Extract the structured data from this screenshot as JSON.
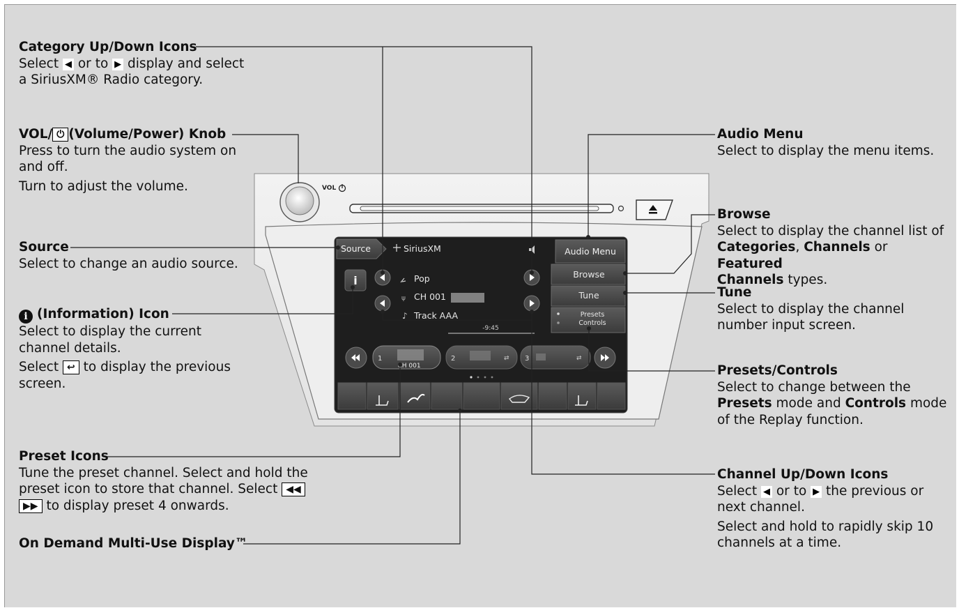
{
  "annotations": {
    "category": {
      "title": "Category Up/Down Icons",
      "l1a": "Select",
      "l1b": "or",
      "l1c": "to",
      "l1d": "display and select",
      "l2": "a SiriusXM® Radio category."
    },
    "vol": {
      "title_a": "VOL/",
      "title_b": "(Volume/Power) Knob",
      "l1": "Press to turn the audio system on",
      "l2": "and off.",
      "l3": "Turn to adjust the volume."
    },
    "source": {
      "title": "Source",
      "l1": "Select to change an audio source."
    },
    "info": {
      "title": "(Information) Icon",
      "l1": "Select to display the current",
      "l2": "channel details.",
      "l3a": "Select",
      "l3b": "to",
      "l3c": "display the previous",
      "l4": "screen."
    },
    "preset": {
      "title": "Preset Icons",
      "l1": "Tune the preset channel. Select and hold the",
      "l2a": "preset icon to store that channel. Select",
      "l3": "to display preset 4 onwards."
    },
    "ondemand": {
      "title": "On Demand Multi-Use Display™"
    },
    "audio_menu": {
      "title": "Audio Menu",
      "l1": "Select to display the menu items."
    },
    "browse": {
      "title": "Browse",
      "l1": "Select to display the channel list of",
      "l2a": "Categories",
      "l2b": ", ",
      "l2c": "Channels",
      "l2d": " or ",
      "l2e": "Featured",
      "l3a": "Channels",
      "l3b": " types."
    },
    "tune": {
      "title": "Tune",
      "l1": "Select to display the channel",
      "l2": "number input screen."
    },
    "presets_controls": {
      "title": "Presets/Controls",
      "l1": "Select to change between the",
      "l2a": "Presets",
      "l2b": " mode and ",
      "l2c": "Controls",
      "l2d": " mode",
      "l3": "of the Replay function."
    },
    "channel": {
      "title": "Channel Up/Down Icons",
      "l1a": "Select",
      "l1b": "or",
      "l1c": "to",
      "l1d": "the previous or",
      "l2": "next channel.",
      "l3": "Select and hold to rapidly skip 10",
      "l4": "channels at a time."
    }
  },
  "screen": {
    "source_label": "Source",
    "service_label": "SiriusXM",
    "audio_menu_label": "Audio Menu",
    "browse_label": "Browse",
    "tune_label": "Tune",
    "presets_label": "Presets",
    "controls_label": "Controls",
    "category_name": "Pop",
    "channel_name": "CH 001",
    "track_name": "Track AAA",
    "time_value": "-9:45",
    "preset_1_num": "1",
    "preset_1_label": "CH 001",
    "preset_2_num": "2",
    "preset_3_num": "3",
    "knob_label": "VOL"
  },
  "icons": [
    "left-arrow-icon",
    "right-arrow-icon",
    "info-icon",
    "back-icon",
    "rewind-icon",
    "fast-forward-icon",
    "eject-icon",
    "power-icon",
    "seat-heater-icon",
    "fan-icon",
    "defrost-icon",
    "volume-icon",
    "antenna-icon",
    "music-note-icon"
  ],
  "colors": {
    "page_bg": "#d9d9d9",
    "screen_bg": "#1e1e1e",
    "button_bg": "#4a4a4a",
    "line": "#222222"
  }
}
